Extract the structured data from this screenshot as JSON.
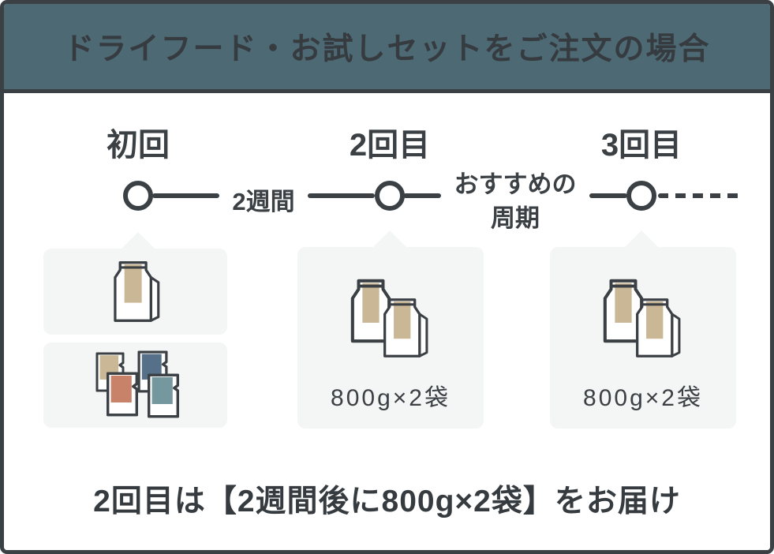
{
  "header": {
    "title": "ドライフード・お試しセットをご注文の場合"
  },
  "timeline": {
    "nodes": [
      {
        "label": "初回"
      },
      {
        "label": "2回目"
      },
      {
        "label": "3回目"
      }
    ],
    "interval_1_label": "2週間",
    "interval_2_line1": "おすすめの",
    "interval_2_line2": "周期",
    "trailing_line_style": "dashed"
  },
  "panels": {
    "first_bag": {
      "icon": "dry-food-bag-icon"
    },
    "first_samples": {
      "icon": "trial-pouch-set-icon"
    },
    "second": {
      "icon": "two-dry-food-bags-icon",
      "quantity": "800g×2袋"
    },
    "third": {
      "icon": "two-dry-food-bags-icon",
      "quantity": "800g×2袋"
    }
  },
  "footer": {
    "note": "2回目は【2週間後に800g×2袋】をお届け"
  },
  "colors": {
    "border_charcoal": "#3b4044",
    "header_background": "#4d6974",
    "panel_background": "#f4f5f5",
    "bag_label_tan": "#c9b795",
    "pouch_blue": "#567089",
    "pouch_terracotta": "#c8826a",
    "pouch_teal": "#75989e"
  }
}
